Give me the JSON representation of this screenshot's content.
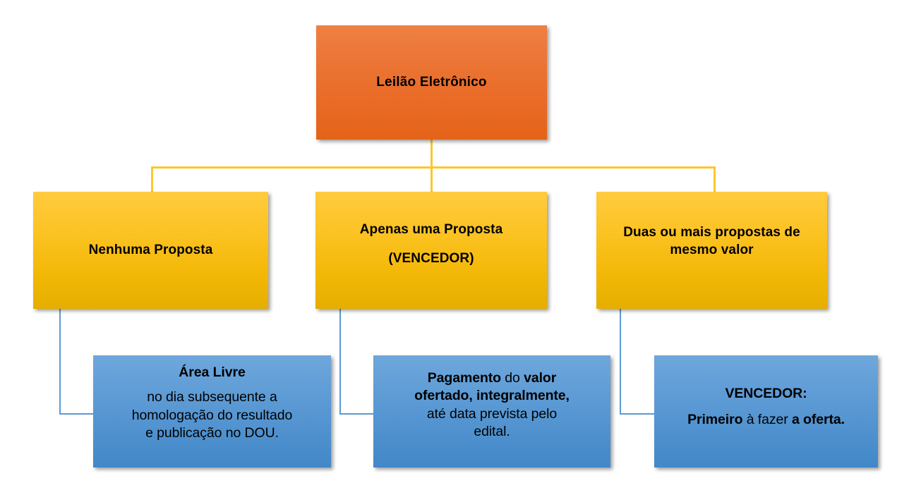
{
  "diagram": {
    "title_node": {
      "label": "Leilão Eletrônico",
      "color": "#E96B26"
    },
    "branches": [
      {
        "id": "nenhuma-proposta",
        "label_lines": [
          "Nenhuma Proposta"
        ],
        "color": "#F3B806",
        "leaf": {
          "id": "area-livre",
          "color": "#5D9BD5",
          "lines": [
            {
              "text": "Área Livre",
              "weight": "bold"
            },
            {
              "text": "no dia subsequente a",
              "weight": "normal"
            },
            {
              "text": "homologação do resultado",
              "weight": "normal"
            },
            {
              "text": "e publicação no DOU.",
              "weight": "normal"
            }
          ]
        }
      },
      {
        "id": "apenas-uma-proposta",
        "label_lines": [
          "Apenas uma Proposta",
          "(VENCEDOR)"
        ],
        "color": "#F3B806",
        "leaf": {
          "id": "pagamento",
          "color": "#5D9BD5",
          "lines": [
            {
              "text": "Pagamento do valor",
              "weight": "mixed"
            },
            {
              "text": "ofertado, integralmente,",
              "weight": "bold"
            },
            {
              "text": "até data prevista pelo",
              "weight": "normal"
            },
            {
              "text": "edital.",
              "weight": "normal"
            }
          ],
          "rich": [
            [
              {
                "t": "Pagamento",
                "b": true
              },
              {
                "t": " do ",
                "b": false
              },
              {
                "t": "valor",
                "b": true
              }
            ],
            [
              {
                "t": "ofertado, integralmente,",
                "b": true
              }
            ],
            [
              {
                "t": "até data prevista pelo",
                "b": false
              }
            ],
            [
              {
                "t": "edital.",
                "b": false
              }
            ]
          ]
        }
      },
      {
        "id": "duas-ou-mais-propostas",
        "label_lines": [
          "Duas ou mais propostas de",
          "mesmo valor"
        ],
        "color": "#F3B806",
        "leaf": {
          "id": "vencedor",
          "color": "#5D9BD5",
          "lines": [
            {
              "text": "VENCEDOR:",
              "weight": "bold"
            },
            {
              "text": "Primeiro à fazer a oferta.",
              "weight": "mixed"
            }
          ],
          "rich": [
            [
              {
                "t": "VENCEDOR:",
                "b": true
              }
            ],
            [
              {
                "t": "Primeiro",
                "b": true
              },
              {
                "t": " à fazer ",
                "b": false
              },
              {
                "t": "a oferta.",
                "b": true
              }
            ]
          ]
        }
      }
    ],
    "connector_colors": {
      "top_level": "#FFC62B",
      "leaf_level": "#5B9BD5"
    }
  }
}
